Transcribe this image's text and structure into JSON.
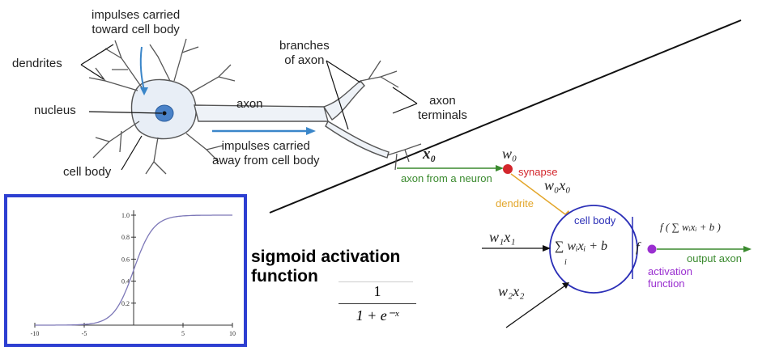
{
  "neuron": {
    "impulses_toward": "impulses carried\ntoward cell body",
    "dendrites": "dendrites",
    "branches_of_axon": "branches\nof axon",
    "nucleus": "nucleus",
    "axon": "axon",
    "axon_terminals": "axon\nterminals",
    "impulses_away": "impulses carried\naway from cell body",
    "cell_body": "cell body"
  },
  "model": {
    "x0": "x₀",
    "w0": "w₀",
    "synapse": "synapse",
    "axon_from_neuron": "axon from a neuron",
    "w0x0": "w₀x₀",
    "dendrite": "dendrite",
    "cell_body": "cell body",
    "w1x1": "w₁x₁",
    "sum_expr": "∑ wᵢxᵢ + b",
    "sum_index": "i",
    "f": "f",
    "output_expr": "f ( ∑ wᵢxᵢ + b )",
    "output_axon": "output axon",
    "activation_function": "activation\nfunction",
    "w2x2": "w₂x₂"
  },
  "sigmoid": {
    "title": "sigmoid activation\nfunction",
    "numerator": "1",
    "denominator": "1 + e⁻ˣ"
  },
  "colors": {
    "green": "#3a8a2e",
    "red": "#d3262c",
    "orange": "#e3a62a",
    "blue": "#2b2fb7",
    "purple": "#9a2fd0",
    "frame": "#2d3fd1",
    "curve": "#7d78b8"
  },
  "chart_data": {
    "type": "line",
    "function": "sigmoid",
    "x": [
      -10,
      -8,
      -6,
      -5,
      -4,
      -3,
      -2,
      -1,
      0,
      1,
      2,
      3,
      4,
      5,
      6,
      8,
      10
    ],
    "y": [
      0.0,
      0.0,
      0.0,
      0.01,
      0.02,
      0.05,
      0.12,
      0.27,
      0.5,
      0.73,
      0.88,
      0.95,
      0.98,
      0.99,
      1.0,
      1.0,
      1.0
    ],
    "xlim": [
      -10,
      10
    ],
    "ylim": [
      0,
      1.0
    ],
    "xticks": [
      "-10",
      "-5",
      "5",
      "10"
    ],
    "yticks": [
      "0.2",
      "0.4",
      "0.6",
      "0.8",
      "1.0"
    ],
    "grid": false
  }
}
